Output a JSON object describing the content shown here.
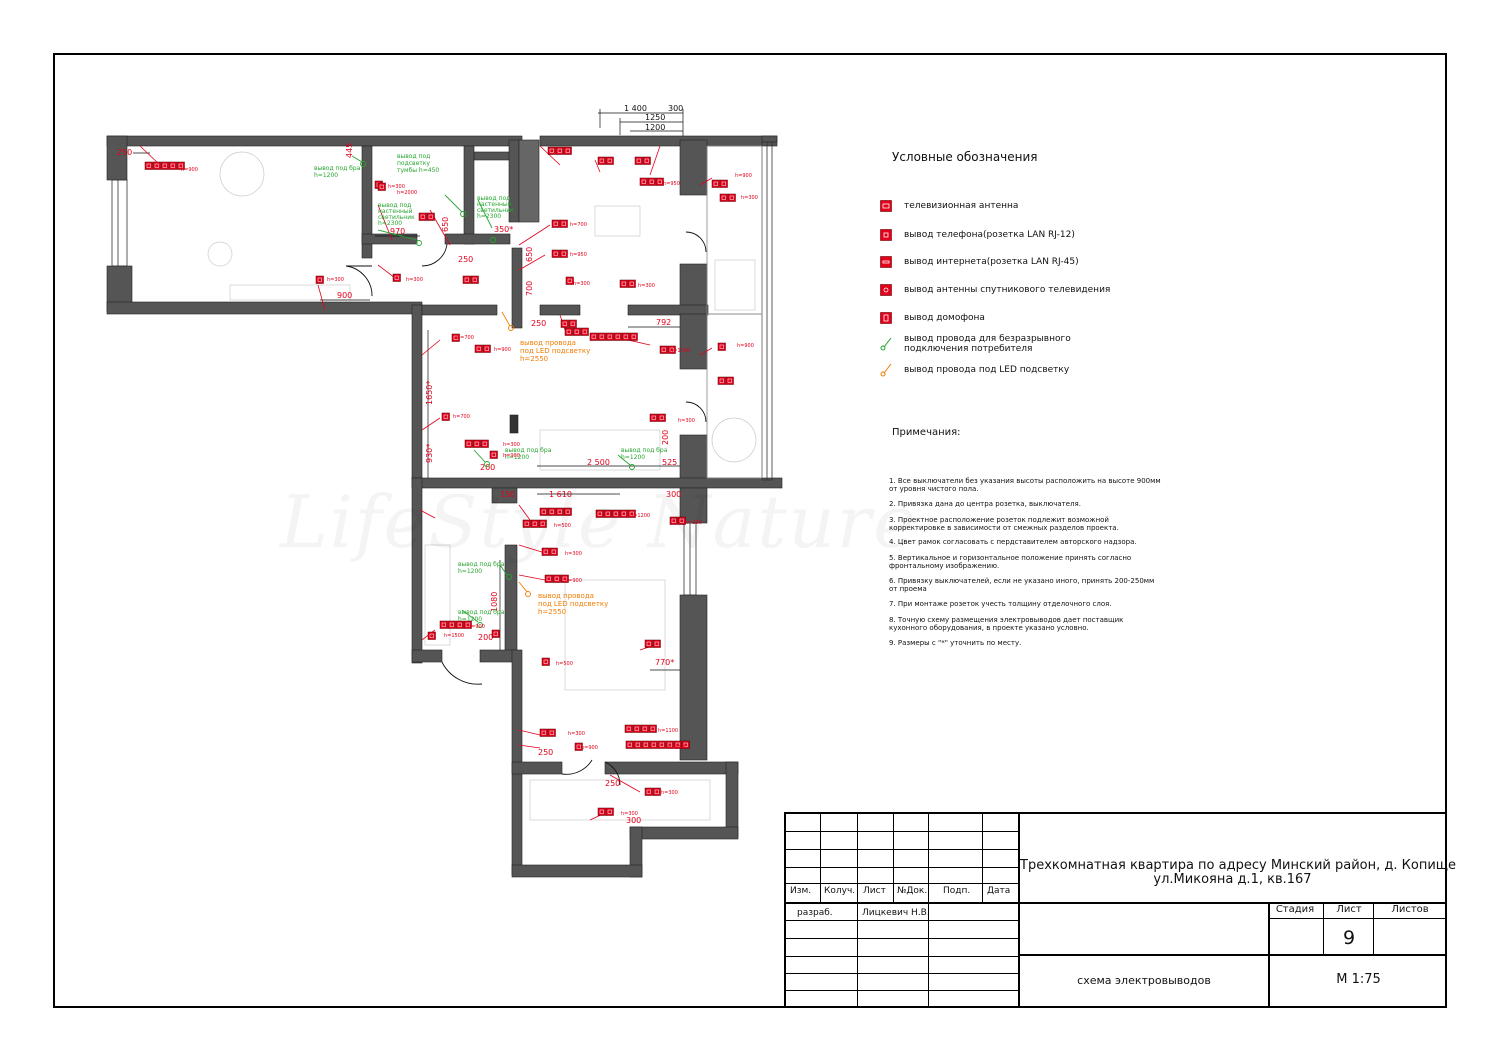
{
  "legend": {
    "title": "Условные обозначения",
    "items": [
      {
        "icon": "tv-antenna-icon",
        "label": "телевизионная антенна"
      },
      {
        "icon": "phone-socket-icon",
        "label": "вывод телефона(розетка LAN RJ-12)"
      },
      {
        "icon": "internet-socket-icon",
        "label": "вывод интернета(розетка LAN RJ-45)"
      },
      {
        "icon": "satellite-antenna-icon",
        "label": "вывод антенны спутникового телевидения"
      },
      {
        "icon": "intercom-icon",
        "label": "вывод домофона"
      },
      {
        "icon": "continuous-wire-icon",
        "label_l1": "вывод провода для безразрывного",
        "label_l2": "подключения потребителя"
      },
      {
        "icon": "led-wire-icon",
        "label": "вывод провода под LED подсветку"
      }
    ]
  },
  "notes": {
    "title": "Примечания:",
    "items": [
      {
        "l1": "1. Все выключатели без указания высоты расположить на высоте 900мм",
        "l2": "от уровня чистого пола."
      },
      {
        "l1": "2. Привязка дана до центра розетка, выключателя.",
        "l2": ""
      },
      {
        "l1": "3. Проектное расположение розеток подлежит возможной",
        "l2": "корректировке в зависимости от смежных разделов проекта."
      },
      {
        "l1": "4. Цвет рамок согласовать с пердставителем авторского надзора.",
        "l2": ""
      },
      {
        "l1": "5. Вертикальное и горизонтальное положение принять согласно",
        "l2": "фронтальному изображению."
      },
      {
        "l1": "6. Привязку выключателей, если не указано иного,  принять 200-250мм",
        "l2": "от проема"
      },
      {
        "l1": "7. При монтаже розеток учесть толщину отделочного слоя.",
        "l2": ""
      },
      {
        "l1": "8. Точную схему размещения электровыводов дает поставщик",
        "l2": "кухонного оборудования, в проекте указано условно."
      },
      {
        "l1": "9. Размеры с \"*\" уточнить по месту.",
        "l2": ""
      }
    ]
  },
  "title_block": {
    "headers": [
      "Изм.",
      "Колуч.",
      "Лист",
      "№Док.",
      "Подп.",
      "Дата"
    ],
    "developer_role": "разраб.",
    "developer_name": "Лицкевич Н.В.",
    "project_title_l1": "Трехкомнатная квартира по адресу Минский район, д. Копище",
    "project_title_l2": "ул.Микояна д.1, кв.167",
    "stage_label": "Стадия",
    "sheet_label": "Лист",
    "sheets_label": "Листов",
    "sheet_number": "9",
    "drawing_name": "схема  электровыводов",
    "scale": "М 1:75"
  },
  "plan": {
    "dimensions": {
      "d1400": "1 400",
      "d300a": "300",
      "d1250": "1250",
      "d1200": "1200",
      "d250a": "250",
      "d445": "445",
      "d970": "970",
      "d650a": "650",
      "d250b": "250",
      "d350": "350*",
      "d650b": "650",
      "d700": "700",
      "d900": "900",
      "d250c": "250",
      "d792": "792",
      "d1650": "1650*",
      "d930": "930*",
      "d200a": "200",
      "d2500": "2 500",
      "d525": "525",
      "d200b": "200",
      "d150": "150",
      "d1610": "1 610",
      "d300b": "300",
      "d1080": "1080",
      "d200c": "200",
      "d770": "770*",
      "d250d": "250",
      "d250e": "250",
      "d300c": "300"
    },
    "labels": {
      "bra1_l1": "вывод под бра",
      "bra1_l2": "h=1200",
      "tumba_l1": "вывод под",
      "tumba_l2": "подсветку",
      "tumba_l3": "тумбы h=450",
      "wall1_l1": "вывод под",
      "wall1_l2": "настенный",
      "wall1_l3": "светильник",
      "wall1_l4": "h=2300",
      "wall2_l1": "вывод под",
      "wall2_l2": "настенный",
      "wall2_l3": "светильник",
      "wall2_l4": "h=2300",
      "led1_l1": "вывод провода",
      "led1_l2": "под LED подсветку",
      "led1_l3": "h=2550",
      "bra2_l1": "вывод под бра",
      "bra2_l2": "h=1200",
      "bra3_l1": "вывод под бра",
      "bra3_l2": "h=1200",
      "bra4_l1": "вывод под бра",
      "bra4_l2": "h=1200",
      "led2_l1": "вывод провода",
      "led2_l2": "под LED подсветку",
      "led2_l3": "h=2550",
      "bra5_l1": "вывод под бра",
      "bra5_l2": "h=1200",
      "h300": "h=300",
      "h900": "h=900",
      "h2000": "h=2000",
      "h1200": "h=1200",
      "h700": "h=700",
      "h950": "h=950",
      "h1300": "h=1300",
      "h1500": "h=1500",
      "h500": "h=500",
      "h1100": "h=1100"
    }
  },
  "colors": {
    "wall": "#555555",
    "socket": "#e3001b",
    "green": "#27a52e",
    "orange": "#f07d00",
    "line": "#000000"
  }
}
